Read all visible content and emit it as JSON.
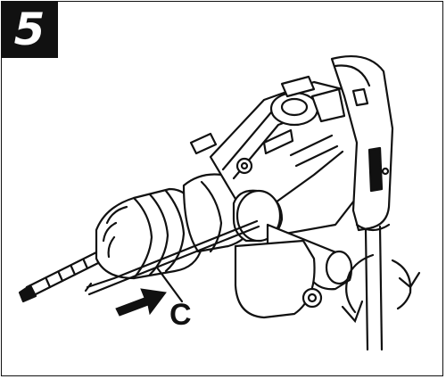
{
  "step": {
    "number": "5"
  },
  "callouts": {
    "c_label": "C"
  },
  "icons": [
    "drill-illustration",
    "insert-arrow-icon",
    "rotate-arrow-icon"
  ],
  "colors": {
    "ink": "#111111",
    "paper": "#ffffff"
  }
}
